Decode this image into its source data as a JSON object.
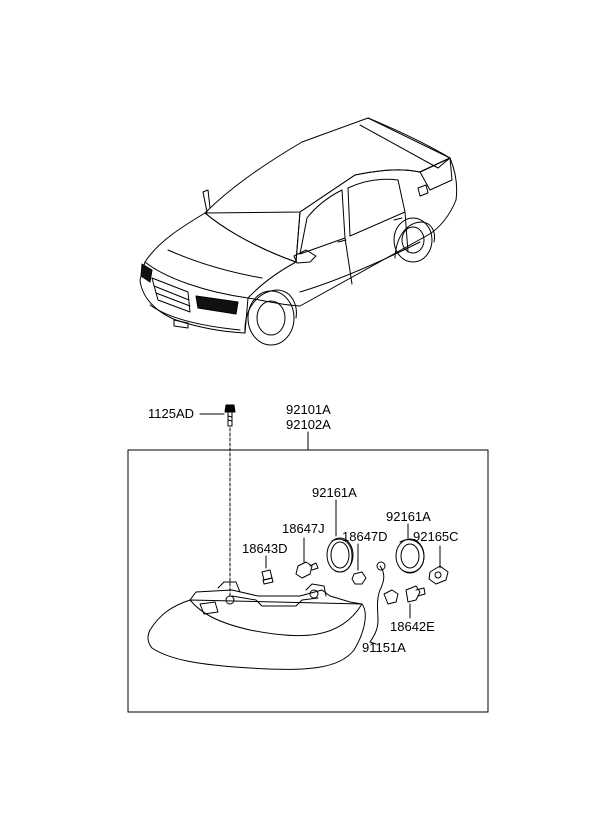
{
  "part_numbers": {
    "screw": "1125AD",
    "assembly_lh": "92101A",
    "assembly_rh": "92102A",
    "bulb_cover_left": "92161A",
    "bulb_cover_right": "92161A",
    "cap": "92165C",
    "socket_j": "18647J",
    "socket_d": "18647D",
    "bulb_small": "18643D",
    "bulb_e": "18642E",
    "wiring": "91151A"
  },
  "colors": {
    "line": "#000000",
    "background": "#ffffff"
  }
}
